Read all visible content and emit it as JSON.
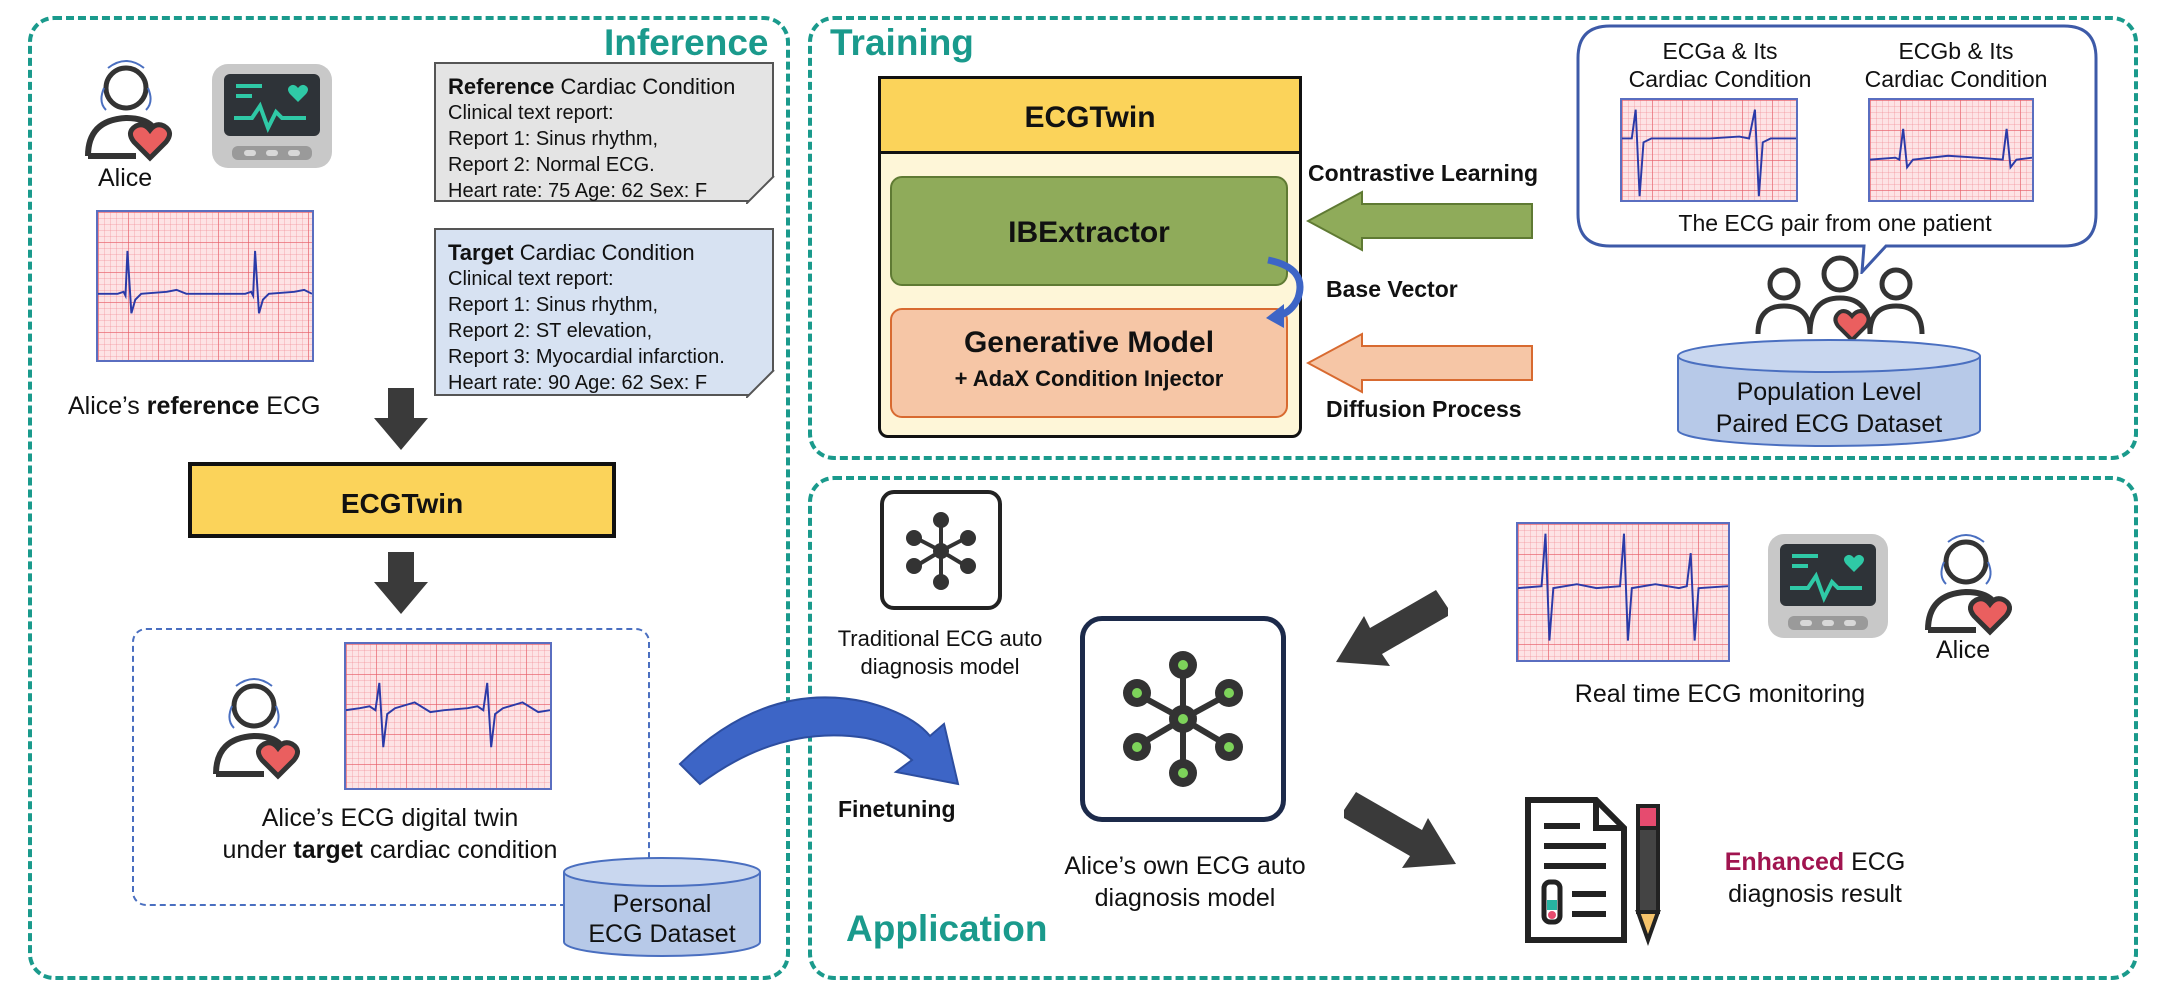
{
  "colors": {
    "teal": "#1a9a8c",
    "yellow": "#fbd35a",
    "green": "#8fab5a",
    "peach": "#f6c6a6",
    "blue_note": "#d7e2f2",
    "gray_note": "#e4e4e4",
    "cylinder": "#b7c9e8",
    "enhanced": "#a0144f"
  },
  "inference": {
    "title": "Inference",
    "alice_label": "Alice",
    "reference_caption": {
      "pre": "Alice’s ",
      "bold": "reference",
      "post": " ECG"
    },
    "ref_note": {
      "heading_bold": "Reference",
      "heading_rest": " Cardiac Condition",
      "lines": [
        "Clinical text report:",
        "Report 1: Sinus rhythm,",
        "Report 2: Normal ECG.",
        "Heart rate: 75 Age: 62 Sex: F"
      ]
    },
    "target_note": {
      "heading_bold": "Target",
      "heading_rest": " Cardiac Condition",
      "lines": [
        "Clinical text report:",
        "Report 1: Sinus rhythm,",
        "Report 2: ST elevation,",
        "Report 3: Myocardial infarction.",
        "Heart rate: 90 Age: 62 Sex: F"
      ]
    },
    "ecgtwin_label": "ECGTwin",
    "twin_caption_line1": "Alice’s ECG digital twin",
    "twin_caption_line2": {
      "pre": "under ",
      "bold": "target",
      "post": " cardiac condition"
    },
    "personal_dataset": [
      "Personal",
      "ECG Dataset"
    ]
  },
  "training": {
    "title": "Training",
    "ecgtwin_label": "ECGTwin",
    "ibextractor_label": "IBExtractor",
    "generative_label": "Generative Model",
    "generative_sub": "+ AdaX Condition Injector",
    "contrastive_label": "Contrastive Learning",
    "base_vector_label": "Base Vector",
    "diffusion_label": "Diffusion Process",
    "ecga_label": [
      "ECGa & Its",
      "Cardiac Condition"
    ],
    "ecgb_label": [
      "ECGb & Its",
      "Cardiac Condition"
    ],
    "pair_caption": "The ECG pair from one patient",
    "population_dataset": [
      "Population Level",
      "Paired ECG Dataset"
    ]
  },
  "application": {
    "title": "Application",
    "traditional_label": [
      "Traditional ECG auto",
      "diagnosis model"
    ],
    "finetuning_label": "Finetuning",
    "own_model_label": [
      "Alice’s own ECG auto",
      "diagnosis model"
    ],
    "monitoring_label": "Real time ECG monitoring",
    "alice_label": "Alice",
    "enhanced_word": "Enhanced",
    "enhanced_rest": " ECG",
    "enhanced_line2": "diagnosis result"
  }
}
